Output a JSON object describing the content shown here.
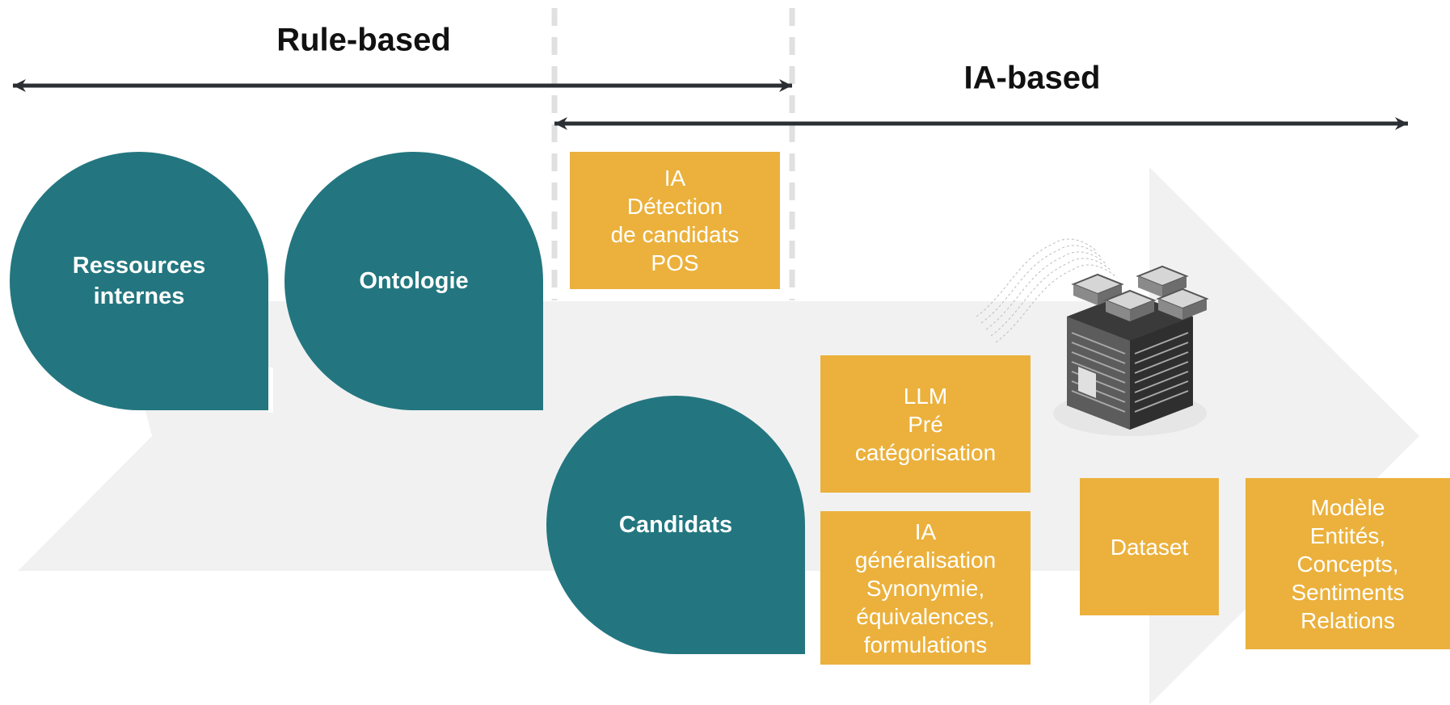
{
  "headings": {
    "rule_based": "Rule-based",
    "ia_based": "IA-based"
  },
  "bubbles": {
    "ressources": [
      "Ressources",
      "internes"
    ],
    "ontologie": "Ontologie",
    "candidats": "Candidats"
  },
  "boxes": {
    "detection": [
      "IA",
      "Détection",
      "de candidats",
      "POS"
    ],
    "llm": [
      "LLM",
      "Pré",
      "catégorisation"
    ],
    "generalisation": [
      "IA",
      "généralisation",
      "Synonymie,",
      "équivalences,",
      "formulations"
    ],
    "dataset": [
      "Dataset"
    ],
    "modele": [
      "Modèle",
      "Entités,",
      "Concepts,",
      "Sentiments",
      "Relations"
    ]
  },
  "icons": {
    "server": "server-rack-icon"
  },
  "colors": {
    "teal": "#23767f",
    "amber": "#ebb13c",
    "arrow_background": "#f1f1f1",
    "arrow_line": "#2b2f33",
    "separator": "#e0e0e0",
    "text_dark": "#111111",
    "text_light": "#ffffff"
  }
}
